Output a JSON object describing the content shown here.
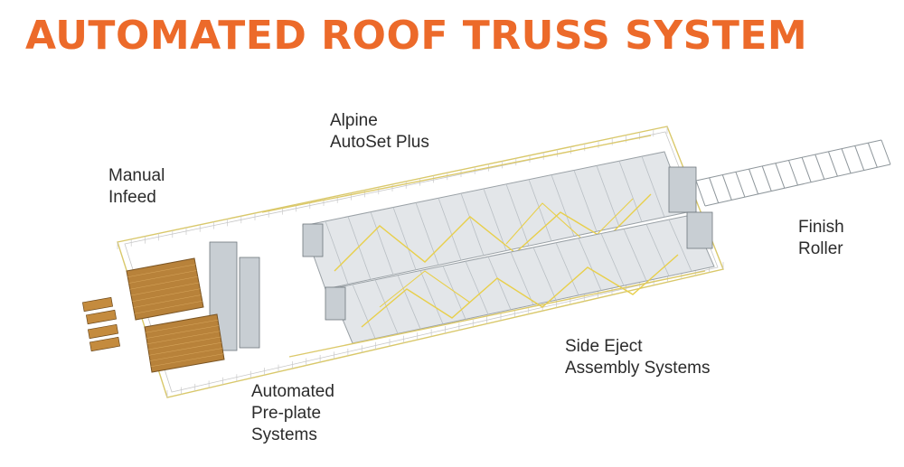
{
  "title": "AUTOMATED ROOF TRUSS SYSTEM",
  "colors": {
    "title": "#ec6a2a",
    "rail": "#dcc96a",
    "lumber": "#b8823a",
    "table": "#dfe3e6",
    "frame": "#9aa1a6",
    "truss": "#e8cf4a"
  },
  "labels": {
    "alpine": {
      "line1": "Alpine",
      "line2": "AutoSet Plus"
    },
    "manual": {
      "line1": "Manual",
      "line2": "Infeed"
    },
    "finish": {
      "line1": "Finish",
      "line2": "Roller"
    },
    "side_eject": {
      "line1": "Side Eject",
      "line2": "Assembly Systems"
    },
    "preplate": {
      "line1": "Automated",
      "line2": "Pre-plate",
      "line3": "Systems"
    }
  }
}
